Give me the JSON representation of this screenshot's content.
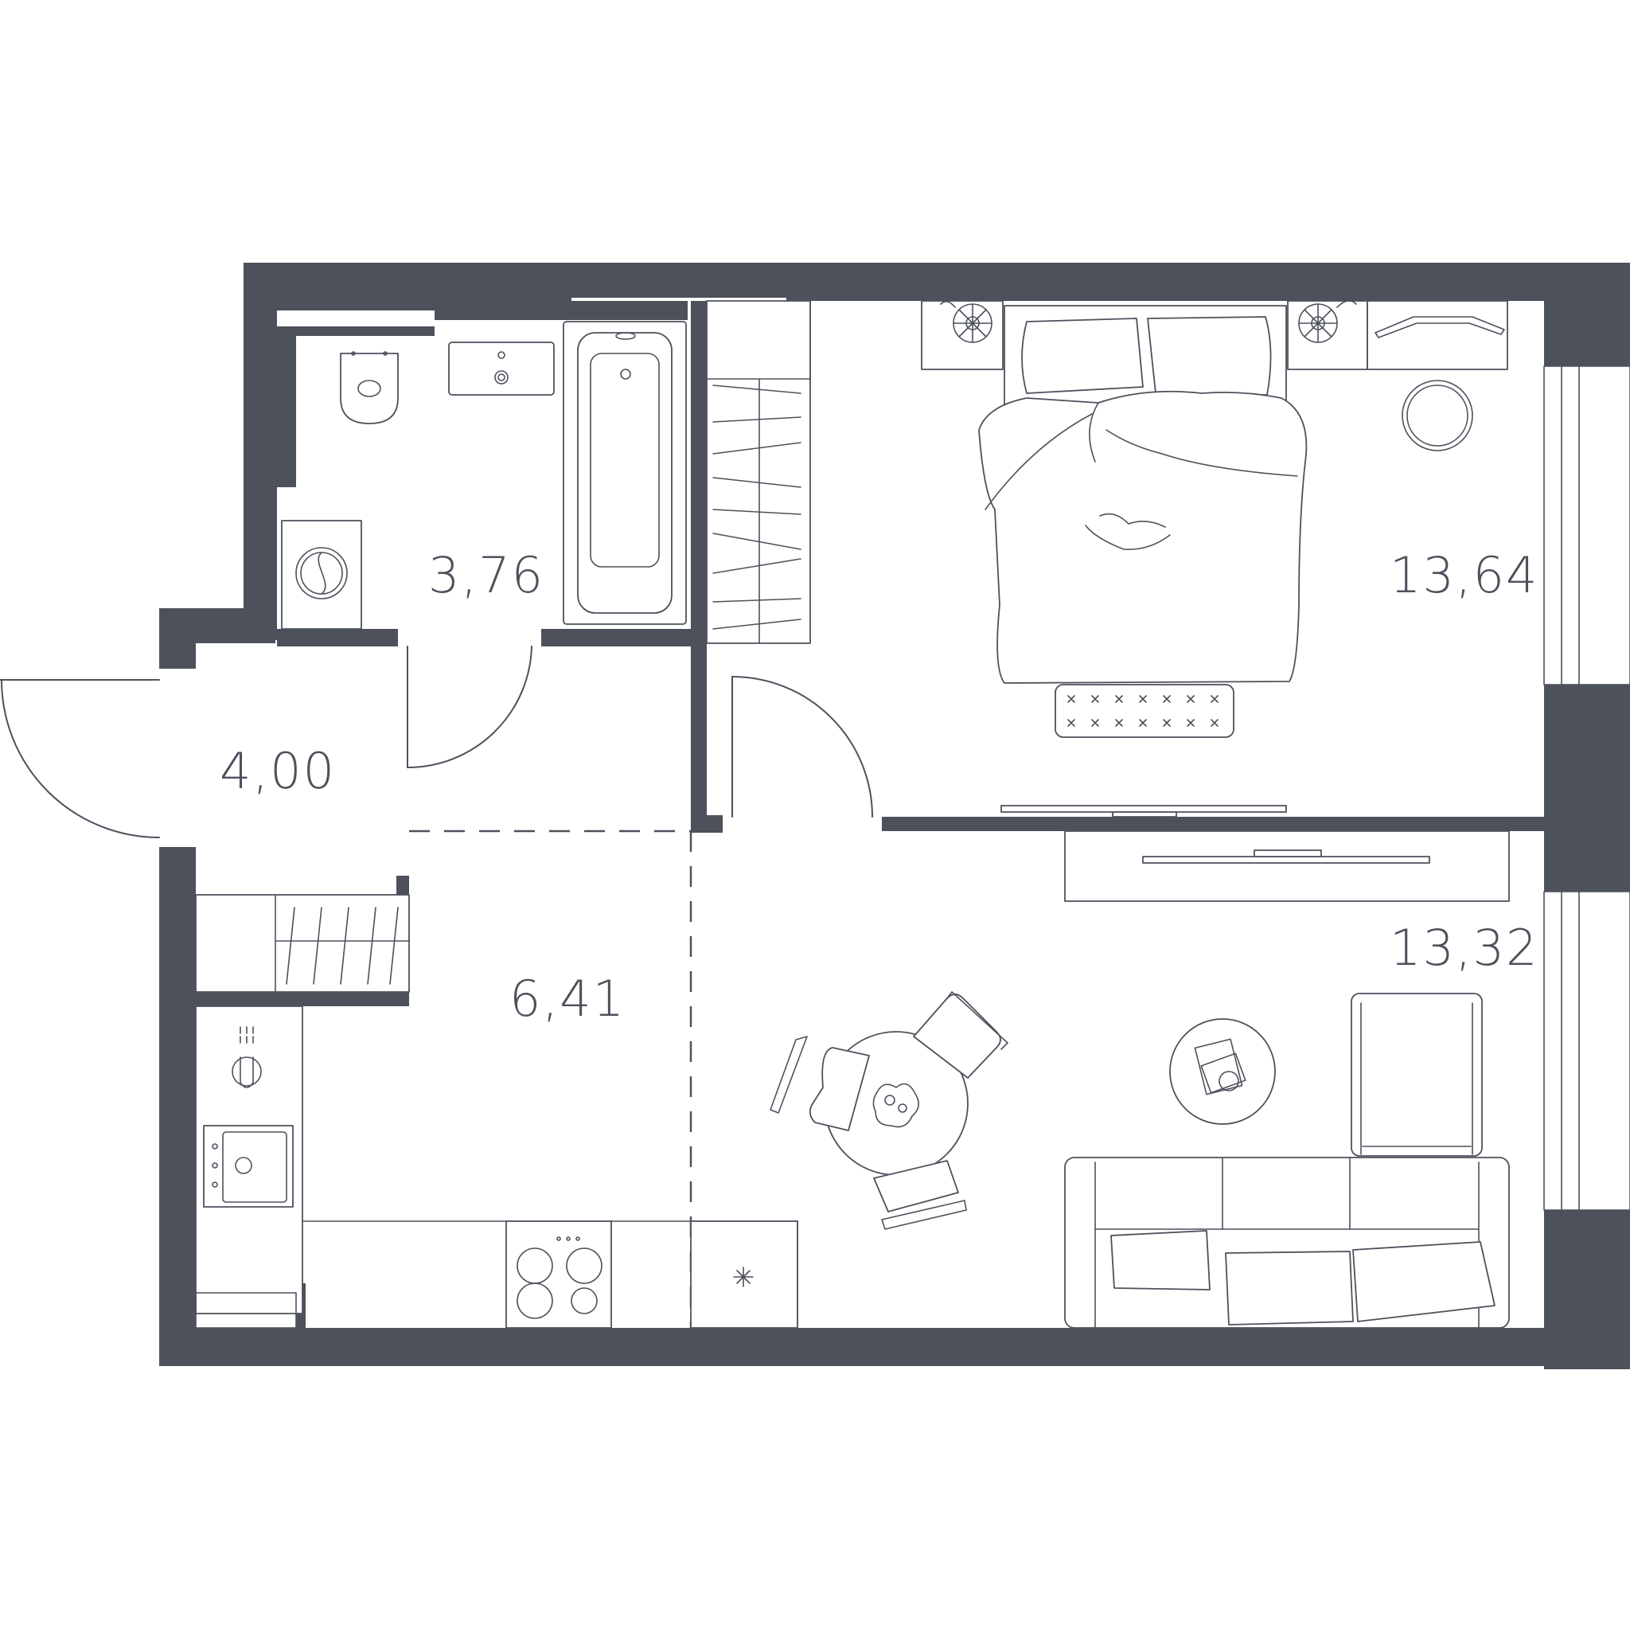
{
  "rooms": [
    {
      "id": "bathroom",
      "area": "3,76"
    },
    {
      "id": "bedroom",
      "area": "13,64"
    },
    {
      "id": "entrance",
      "area": "4,00"
    },
    {
      "id": "hallway-kitchen",
      "area": "6,41"
    },
    {
      "id": "living-room",
      "area": "13,32"
    }
  ],
  "colors": {
    "walls": "#4d515c",
    "lines": "#4d515c",
    "background": "#ffffff"
  },
  "icons": [
    "toilet-icon",
    "sink-icon",
    "bathtub-icon",
    "washing-machine-icon",
    "wardrobe-icon",
    "bed-icon",
    "nightstand-icon",
    "lamp-icon",
    "dressing-table-icon",
    "bench-icon",
    "tv-icon",
    "tv-stand-icon",
    "dining-table-icon",
    "chair-icon",
    "coffee-table-icon",
    "armchair-icon",
    "sofa-icon",
    "kitchen-sink-icon",
    "dishwasher-icon",
    "stove-icon",
    "fridge-icon",
    "entrance-door-icon",
    "room-door-icon",
    "window-icon"
  ]
}
